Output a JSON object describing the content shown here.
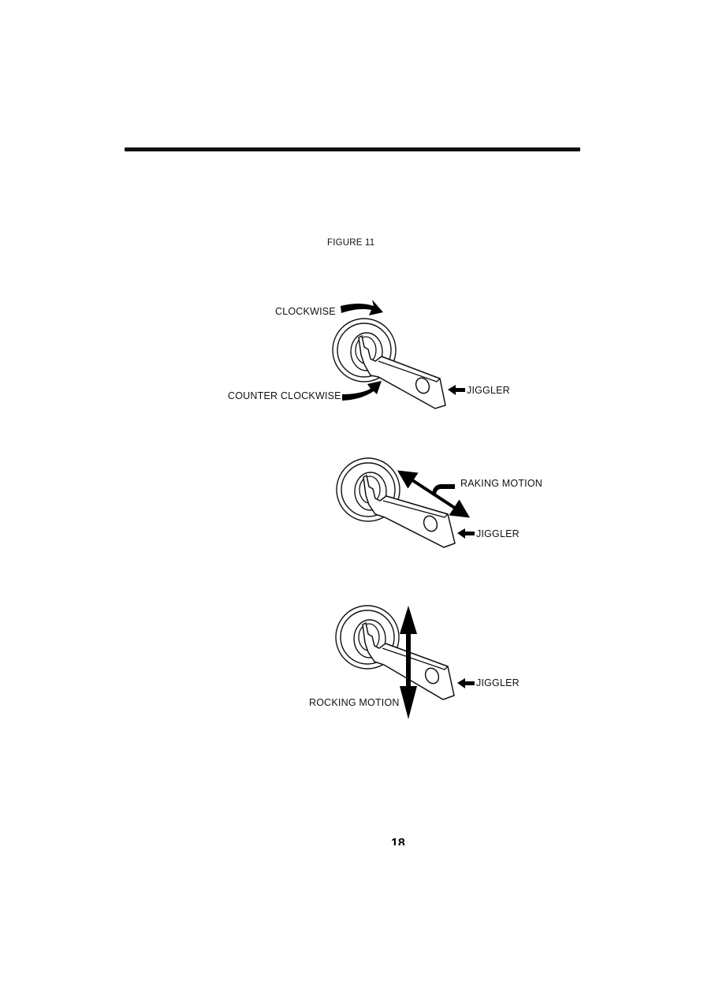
{
  "page": {
    "figure_title": "FIGURE 11",
    "page_number": "18"
  },
  "panels": [
    {
      "motion_labels": [
        "CLOCKWISE",
        "COUNTER CLOCKWISE"
      ],
      "tool_label": "JIGGLER"
    },
    {
      "motion_labels": [
        "RAKING MOTION"
      ],
      "tool_label": "JIGGLER"
    },
    {
      "motion_labels": [
        "ROCKING MOTION"
      ],
      "tool_label": "JIGGLER"
    }
  ]
}
